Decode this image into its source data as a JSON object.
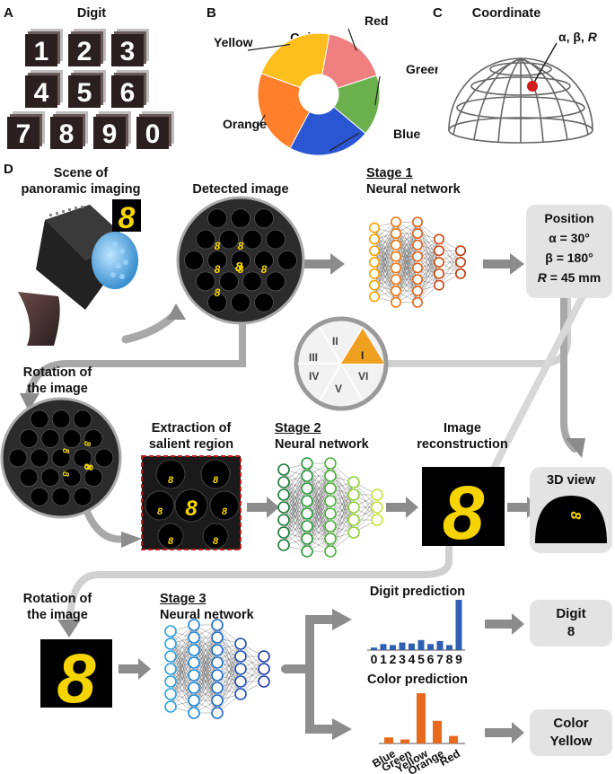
{
  "panels": {
    "a": "A",
    "b": "B",
    "c": "C",
    "d": "D"
  },
  "digit_panel": {
    "title": "Digit",
    "rows": [
      [
        "1",
        "2",
        "3"
      ],
      [
        "4",
        "5",
        "6"
      ],
      [
        "7",
        "8",
        "9",
        "0"
      ]
    ]
  },
  "color_panel": {
    "title": "Color",
    "segments": [
      {
        "label": "Red",
        "color": "#f08080"
      },
      {
        "label": "Green",
        "color": "#6ab04c"
      },
      {
        "label": "Blue",
        "color": "#2a56d4"
      },
      {
        "label": "Orange",
        "color": "#ff7f2a"
      },
      {
        "label": "Yellow",
        "color": "#fcbf1e"
      }
    ]
  },
  "coordinate_panel": {
    "title": "Coordinate",
    "label_prefix": "α, β, ",
    "label_var": "R"
  },
  "flow": {
    "scene": {
      "line1": "Scene of",
      "line2": "panoramic imaging"
    },
    "detected": "Detected image",
    "stage1": {
      "stage": "Stage 1",
      "name": "Neural network"
    },
    "position": {
      "title": "Position",
      "alpha": "α = 30°",
      "beta": "β = 180°",
      "r_var": "R",
      "r_val": " = 45 mm"
    },
    "sectors": [
      "I",
      "II",
      "III",
      "IV",
      "V",
      "VI"
    ],
    "rotation1": {
      "line1": "Rotation of",
      "line2": "the image"
    },
    "extraction": {
      "line1": "Extraction of",
      "line2": "salient region"
    },
    "stage2": {
      "stage": "Stage 2",
      "name": "Neural network"
    },
    "reconstruction": {
      "line1": "Image",
      "line2": "reconstruction"
    },
    "view3d": "3D view",
    "rotation2": {
      "line1": "Rotation of",
      "line2": "the image"
    },
    "stage3": {
      "stage": "Stage 3",
      "name": "Neural network"
    },
    "digit_prediction": {
      "title": "Digit prediction",
      "categories": [
        "0",
        "1",
        "2",
        "3",
        "4",
        "5",
        "6",
        "7",
        "8",
        "9"
      ],
      "values": [
        0.05,
        0.12,
        0.1,
        0.15,
        0.13,
        0.2,
        0.12,
        0.18,
        0.1,
        1.0
      ],
      "color": "#2f5fb3"
    },
    "color_prediction": {
      "title": "Color prediction",
      "categories": [
        "Blue",
        "Green",
        "Yellow",
        "Orange",
        "Red"
      ],
      "values": [
        0.12,
        0.08,
        1.0,
        0.45,
        0.15
      ],
      "color": "#e86a1e"
    },
    "digit_result": {
      "line1": "Digit",
      "line2": "8"
    },
    "color_result": {
      "line1": "Color",
      "line2": "Yellow"
    }
  },
  "glyph_digit": "8"
}
